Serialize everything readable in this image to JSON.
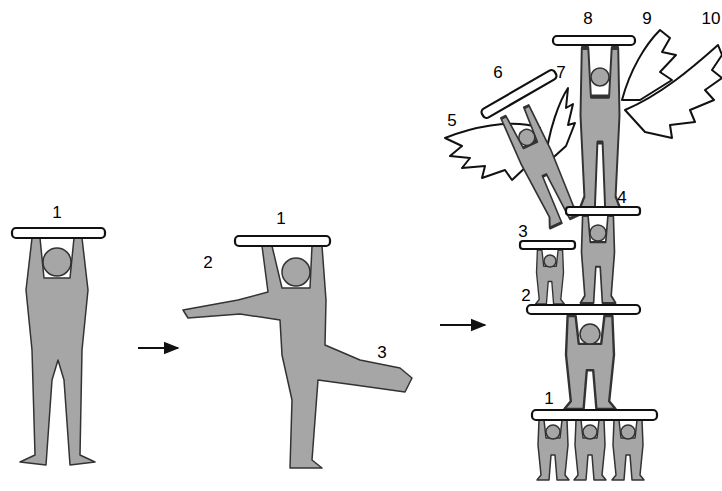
{
  "diagram": {
    "labels": [
      "1",
      "1",
      "2",
      "3",
      "8",
      "9",
      "10",
      "6",
      "7",
      "5",
      "3",
      "4",
      "2",
      "1"
    ]
  }
}
